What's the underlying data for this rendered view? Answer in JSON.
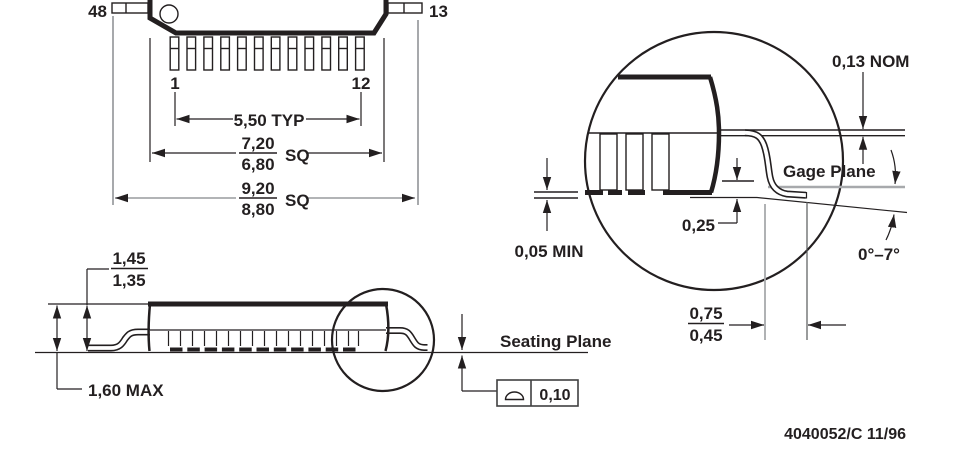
{
  "drawing": {
    "top_view": {
      "pin48": "48",
      "pin13": "13",
      "pin1": "1",
      "pin12": "12",
      "lead_span": "5,50 TYP",
      "body_max": "7,20",
      "body_min": "6,80",
      "overall_max": "9,20",
      "overall_min": "8,80",
      "sq": "SQ"
    },
    "side_view": {
      "body_height_max": "1,45",
      "body_height_min": "1,35",
      "overall_height": "1,60 MAX",
      "seating_plane": "Seating Plane",
      "flatness_tolerance": "0,10"
    },
    "detail_view": {
      "lead_thickness": "0,13 NOM",
      "gage_plane": "Gage Plane",
      "gage_offset": "0,25",
      "standoff": "0,05 MIN",
      "foot_length_max": "0,75",
      "foot_length_min": "0,45",
      "lead_angle": "0°–7°"
    },
    "footer": {
      "doc_number": "4040052/C 11/96"
    },
    "colors": {
      "line": "#231f20",
      "extension": "#a7a9ac",
      "background": "#ffffff"
    }
  }
}
